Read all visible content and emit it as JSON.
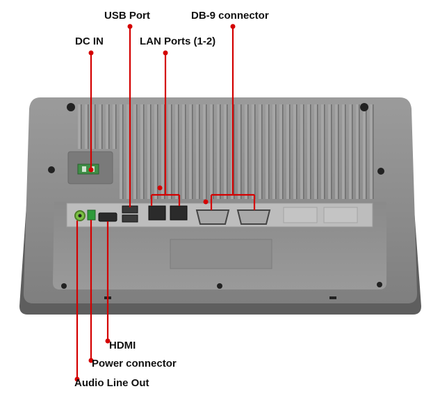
{
  "labels": {
    "usb_port": "USB Port",
    "db9_connector": "DB-9 connector",
    "dc_in": "DC IN",
    "lan_ports": "LAN Ports (1-2)",
    "hdmi": "HDMI",
    "power_connector": "Power connector",
    "audio_line_out": "Audio Line Out"
  },
  "colors": {
    "callout_line": "#d40000",
    "callout_dot": "#d40000",
    "housing": "#8e8e8e",
    "bezel": "#6f6f6f",
    "io_panel": "#b9b9b9",
    "port_green": "#2e9a3a"
  }
}
